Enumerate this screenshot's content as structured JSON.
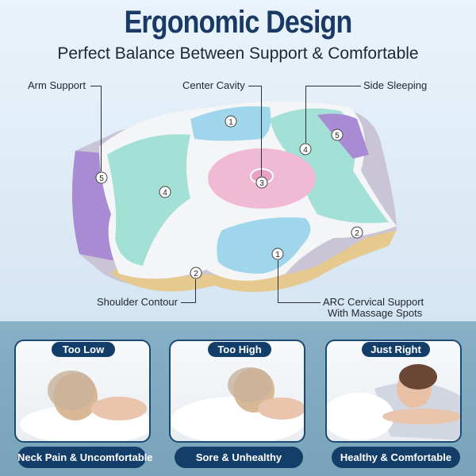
{
  "header": {
    "title": "Ergonomic Design",
    "subtitle": "Perfect Balance Between Support & Comfortable"
  },
  "callouts": {
    "arm_support": "Arm Support",
    "center_cavity": "Center Cavity",
    "side_sleeping": "Side Sleeping",
    "shoulder_contour": "Shoulder Contour",
    "arc_line1": "ARC Cervical Support",
    "arc_line2": "With Massage Spots"
  },
  "markers": [
    "1",
    "1",
    "2",
    "2",
    "3",
    "4",
    "4",
    "5",
    "5"
  ],
  "comparison": [
    {
      "badge": "Too Low",
      "caption": "Neck Pain & Uncomfortable"
    },
    {
      "badge": "Too High",
      "caption": "Sore & Unhealthy"
    },
    {
      "badge": "Just Right",
      "caption": "Healthy & Comfortable"
    }
  ],
  "colors": {
    "title": "#1a3a66",
    "pill": "#123e69",
    "bottom_bg": "#80aac0"
  }
}
